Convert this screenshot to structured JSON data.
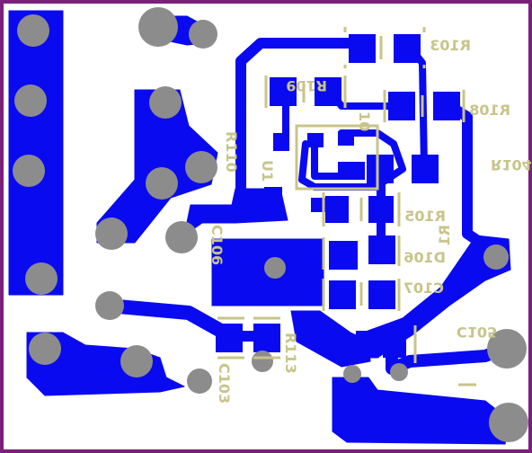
{
  "colors": {
    "background": "#ffffff",
    "border": "#7b1f7b",
    "copper": "#0a0af0",
    "pad_hole": "#8c8c8c",
    "silkscreen": "#c8c48a"
  },
  "labels": {
    "r103": "R103",
    "r109": "R109",
    "r108": "R108",
    "r110": "R110",
    "r104": "R104",
    "u1": "U1",
    "r105": "R105",
    "d106": "D106",
    "r1": "R1",
    "c107": "C107",
    "c105": "C105",
    "c106": "C106",
    "c103": "C103",
    "r113": "R113",
    "r10x": "10"
  }
}
